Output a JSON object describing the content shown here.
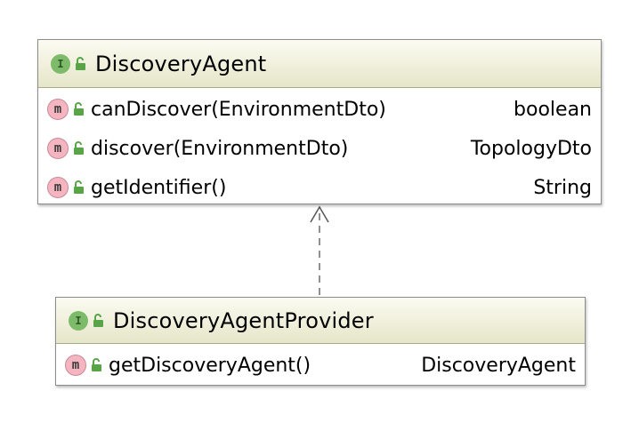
{
  "classes": [
    {
      "name": "DiscoveryAgent",
      "kind_badge": "I",
      "members": [
        {
          "badge": "m",
          "signature": "canDiscover(EnvironmentDto)",
          "type": "boolean"
        },
        {
          "badge": "m",
          "signature": "discover(EnvironmentDto)",
          "type": "TopologyDto"
        },
        {
          "badge": "m",
          "signature": "getIdentifier()",
          "type": "String"
        }
      ]
    },
    {
      "name": "DiscoveryAgentProvider",
      "kind_badge": "I",
      "members": [
        {
          "badge": "m",
          "signature": "getDiscoveryAgent()",
          "type": "DiscoveryAgent"
        }
      ]
    }
  ],
  "relationship": {
    "type": "realization",
    "from": "DiscoveryAgentProvider",
    "to": "DiscoveryAgent",
    "style": "dashed-open-arrow"
  },
  "colors": {
    "interface_badge": "#7dbb6a",
    "method_badge": "#f4b4c0",
    "lock": "#58a548",
    "header_bg": "#e6e6c9"
  },
  "icons": {
    "visibility": "open-lock-icon",
    "interface": "interface-badge-icon",
    "method": "method-badge-icon"
  }
}
